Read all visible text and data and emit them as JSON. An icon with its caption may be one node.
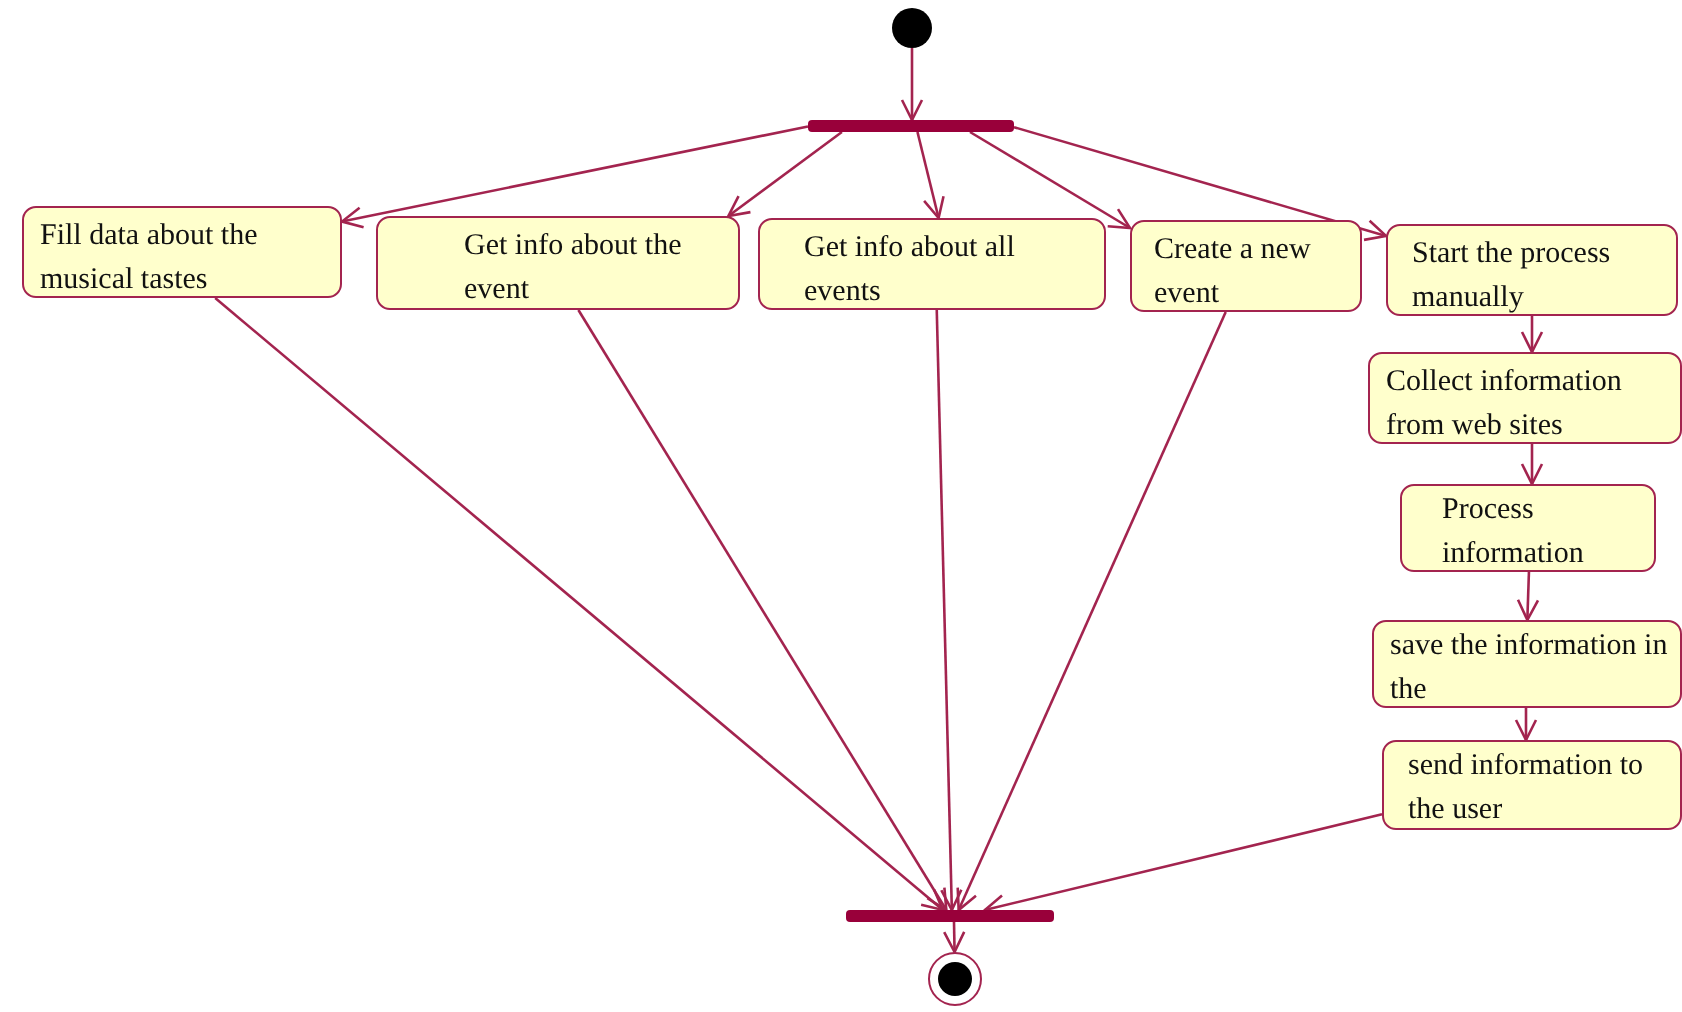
{
  "diagram": {
    "nodes": [
      {
        "text": [],
        "shape": "circle"
      },
      {
        "text": [],
        "shape": "bar"
      },
      {
        "text": [
          "Fill data about  the musical tastes"
        ]
      },
      {
        "text": [
          "Get info about the event"
        ]
      },
      {
        "text": [
          "Get info about all events"
        ]
      },
      {
        "text": [
          "Create a new event"
        ]
      },
      {
        "text": [
          "Start the process manually"
        ]
      },
      {
        "text": [
          "Collect information from web sites"
        ]
      },
      {
        "text": [
          "Process information"
        ]
      },
      {
        "text": [
          "save the information in the"
        ]
      },
      {
        "text": [
          "send information to the user"
        ]
      },
      {
        "text": [],
        "shape": "bar"
      },
      {
        "text": [],
        "shape": "circle"
      }
    ],
    "edges": [
      {
        "from": 0,
        "to": 1,
        "arrow": "to"
      },
      {
        "from": 1,
        "to": 2,
        "arrow": "to"
      },
      {
        "from": 1,
        "to": 3,
        "arrow": "to"
      },
      {
        "from": 1,
        "to": 4,
        "arrow": "to"
      },
      {
        "from": 1,
        "to": 5,
        "arrow": "to"
      },
      {
        "from": 1,
        "to": 6,
        "arrow": "to"
      },
      {
        "from": 6,
        "to": 7,
        "arrow": "to"
      },
      {
        "from": 7,
        "to": 8,
        "arrow": "to"
      },
      {
        "from": 8,
        "to": 9,
        "arrow": "to"
      },
      {
        "from": 9,
        "to": 10,
        "arrow": "to"
      },
      {
        "from": 2,
        "to": 11,
        "arrow": "to"
      },
      {
        "from": 3,
        "to": 11,
        "arrow": "to"
      },
      {
        "from": 4,
        "to": 11,
        "arrow": "to"
      },
      {
        "from": 5,
        "to": 11,
        "arrow": "to"
      },
      {
        "from": 10,
        "to": 11,
        "arrow": "to"
      },
      {
        "from": 11,
        "to": 12,
        "arrow": "to"
      }
    ]
  }
}
